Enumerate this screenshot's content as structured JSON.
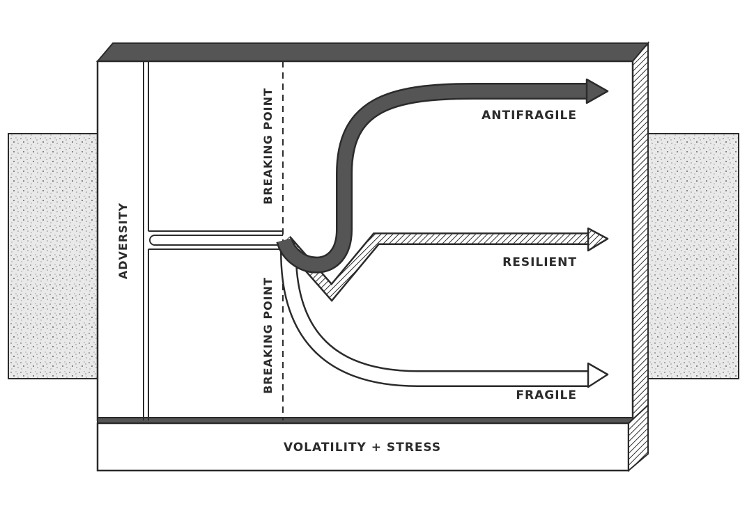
{
  "diagram": {
    "labels": {
      "adversity": "ADVERSITY",
      "breaking_point_top": "BREAKING POINT",
      "breaking_point_bottom": "BREAKING POINT",
      "antifragile": "ANTIFRAGILE",
      "resilient": "RESILIENT",
      "fragile": "FRAGILE",
      "x_axis": "VOLATILITY + STRESS"
    },
    "colors": {
      "ink": "#2b2b2b",
      "dark_fill": "#555555",
      "panel": "#ffffff",
      "speckle_bg": "#e6e6e6"
    }
  }
}
